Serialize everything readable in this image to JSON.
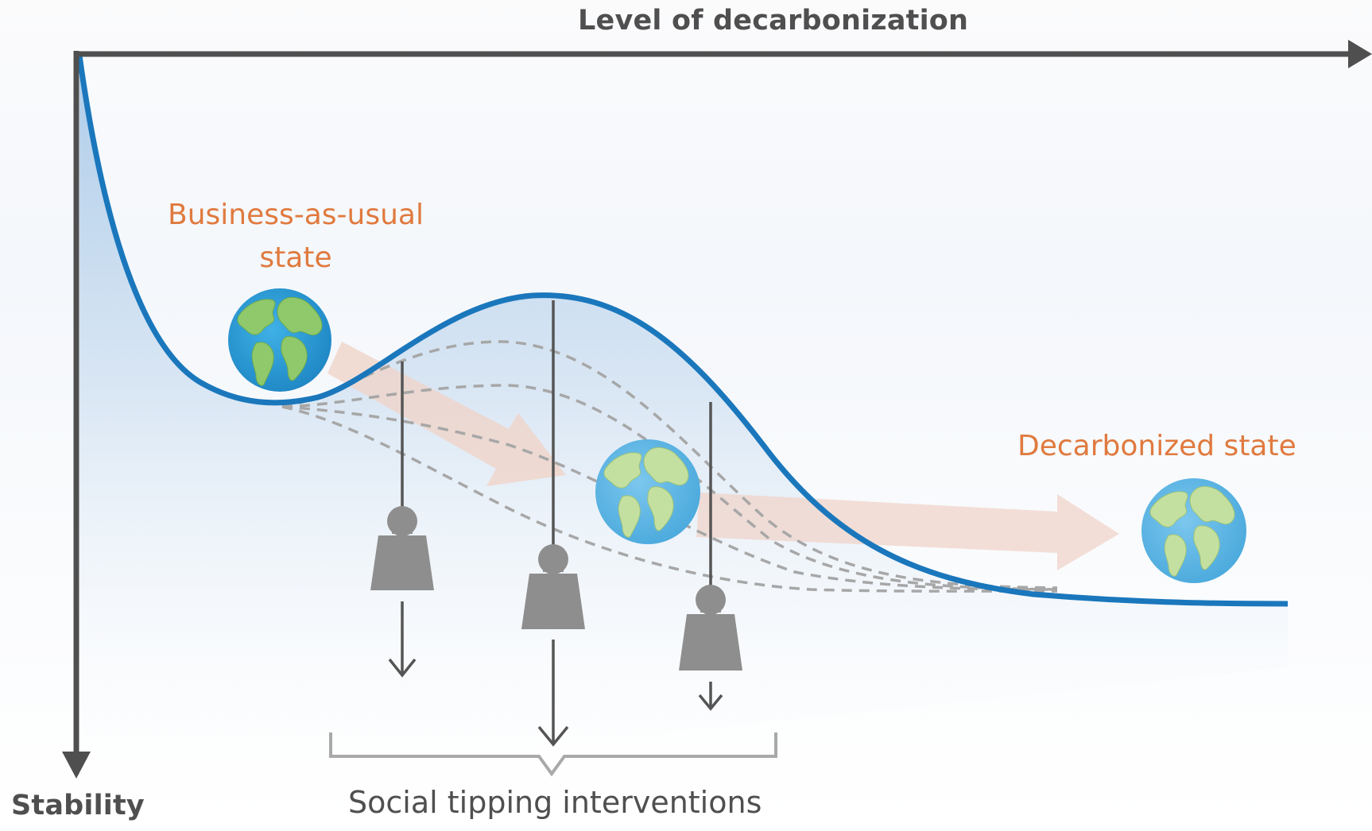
{
  "axes": {
    "x_label": "Level of decarbonization",
    "y_label": "Stability"
  },
  "states": {
    "business_as_usual": "Business-as-usual\nstate",
    "decarbonized": "Decarbonized state"
  },
  "interventions_label": "Social tipping interventions",
  "colors": {
    "curve": "#1a77bc",
    "axis": "#4f4f4f",
    "state_label": "#e07a3f",
    "weight": "#8e8e8e",
    "dashed_curve": "#a7a7a7",
    "transition_arrow": "#f1d9d0",
    "basin_fill": "#bcd5ec",
    "ocean": "#2f9fd6",
    "land": "#8fc96b"
  },
  "icons": {
    "globe": "earth-globe-icon",
    "weight": "weight-icon",
    "arrow": "down-arrow-icon"
  }
}
